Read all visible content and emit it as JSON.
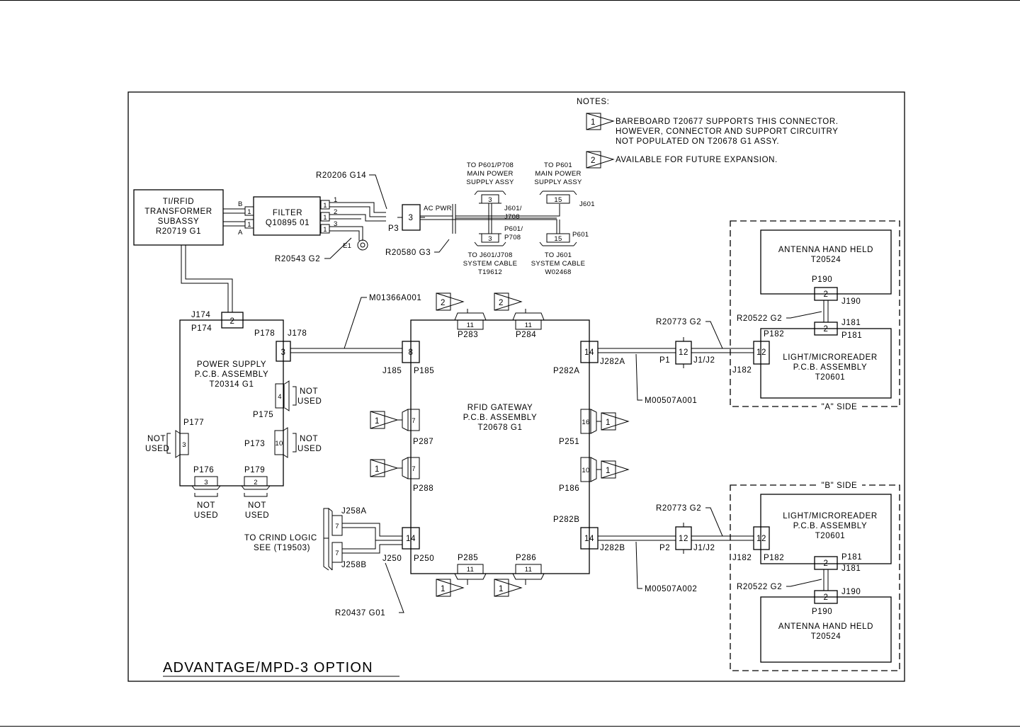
{
  "title": "ADVANTAGE/MPD-3 OPTION",
  "notes": {
    "heading": "NOTES:",
    "note1": {
      "marker": "1",
      "lines": [
        "BAREBOARD T20677 SUPPORTS THIS CONNECTOR.",
        "HOWEVER, CONNECTOR AND SUPPORT CIRCUITRY",
        "NOT POPULATED ON T20678 G1 ASSY."
      ]
    },
    "note2": {
      "marker": "2",
      "lines": [
        "AVAILABLE FOR FUTURE EXPANSION."
      ]
    }
  },
  "transformer": {
    "lines": [
      "TI/RFID",
      "TRANSFORMER",
      "SUBASSY",
      "R20719 G1"
    ],
    "pin_b": "B",
    "pin_a": "A",
    "conn": "1"
  },
  "filter": {
    "lines": [
      "FILTER",
      "Q10895 01"
    ],
    "conn": "1",
    "pin1": "1",
    "pin2": "2",
    "pin3": "3",
    "e1": "E1"
  },
  "cables": {
    "r20206": "R20206 G14",
    "r20543": "R20543 G2",
    "r20580": "R20580 G3",
    "m01366": "M01366A001",
    "m00507_1": "M00507A001",
    "m00507_2": "M00507A002",
    "r20773_a": "R20773 G2",
    "r20773_b": "R20773 G2",
    "r20522_a": "R20522 G2",
    "r20522_b": "R20522 G2",
    "r20437": "R20437 G01"
  },
  "ac_power": {
    "p3": "P3",
    "p3_pins": "3",
    "ac_pwr": "AC PWR",
    "to_p601_p708": [
      "TO P601/P708",
      "MAIN POWER",
      "SUPPLY ASSY"
    ],
    "to_p601": [
      "TO P601",
      "MAIN POWER",
      "SUPPLY ASSY"
    ],
    "to_j601_j708": [
      "TO J601/J708",
      "SYSTEM CABLE",
      "T19612"
    ],
    "to_j601": [
      "TO J601",
      "SYSTEM CABLE",
      "W02468"
    ],
    "j601_j708": [
      "J601/",
      "J708"
    ],
    "p601_p708": [
      "P601/",
      "P708"
    ],
    "j601": "J601",
    "p601": "P601",
    "pins3": "3",
    "pins15": "15"
  },
  "power_supply": {
    "lines": [
      "POWER SUPPLY",
      "P.C.B. ASSEMBLY",
      "T20314 G1"
    ],
    "j174": "J174",
    "p174": "P174",
    "p174_pins": "2",
    "p178": "P178",
    "j178": "J178",
    "p178_pins": "3",
    "p175": "P175",
    "p175_pins": "4",
    "p173": "P173",
    "p173_pins": "10",
    "p177": "P177",
    "p177_pins": "3",
    "p176": "P176",
    "p176_pins": "3",
    "p179": "P179",
    "p179_pins": "2",
    "not_used": [
      "NOT",
      "USED"
    ]
  },
  "gateway": {
    "lines": [
      "RFID GATEWAY",
      "P.C.B. ASSEMBLY",
      "T20678 G1"
    ],
    "j185": "J185",
    "p185": "P185",
    "p185_pins": "8",
    "p283": "P283",
    "p284": "P284",
    "p285": "P285",
    "p286": "P286",
    "pins11": "11",
    "p282a": "P282A",
    "j282a": "J282A",
    "p282b": "P282B",
    "j282b": "J282B",
    "pins14": "14",
    "p287": "P287",
    "p288": "P288",
    "pins7": "7",
    "p251": "P251",
    "p251_pins": "16",
    "p186": "P186",
    "p186_pins": "10",
    "p250": "P250",
    "j250": "J250",
    "p250_pins": "14"
  },
  "crind": {
    "lines": [
      "TO CRIND LOGIC",
      "SEE (T19503)"
    ],
    "j258a": "J258A",
    "j258b": "J258B",
    "pins7": "7"
  },
  "side_a": {
    "label": "\"A\" SIDE",
    "antenna": [
      "ANTENNA HAND HELD",
      "T20524"
    ],
    "p190": "P190",
    "j190": "J190",
    "pins2": "2",
    "j181": "J181",
    "p181": "P181",
    "p182": "P182",
    "j182": "J182",
    "pins12": "12",
    "light": [
      "LIGHT/MICROREADER",
      "P.C.B. ASSEMBLY",
      "T20601"
    ],
    "p1": "P1",
    "j1j2": "J1/J2"
  },
  "side_b": {
    "label": "\"B\" SIDE",
    "antenna": [
      "ANTENNA HAND HELD",
      "T20524"
    ],
    "p190": "P190",
    "j190": "J190",
    "pins2": "2",
    "j181": "J181",
    "p181": "P181",
    "p182": "P182",
    "j182": "J182",
    "pins12": "12",
    "light": [
      "LIGHT/MICROREADER",
      "P.C.B. ASSEMBLY",
      "T20601"
    ],
    "p2": "P2",
    "j1j2": "J1/J2"
  },
  "note_markers": {
    "one": "1",
    "two": "2"
  }
}
